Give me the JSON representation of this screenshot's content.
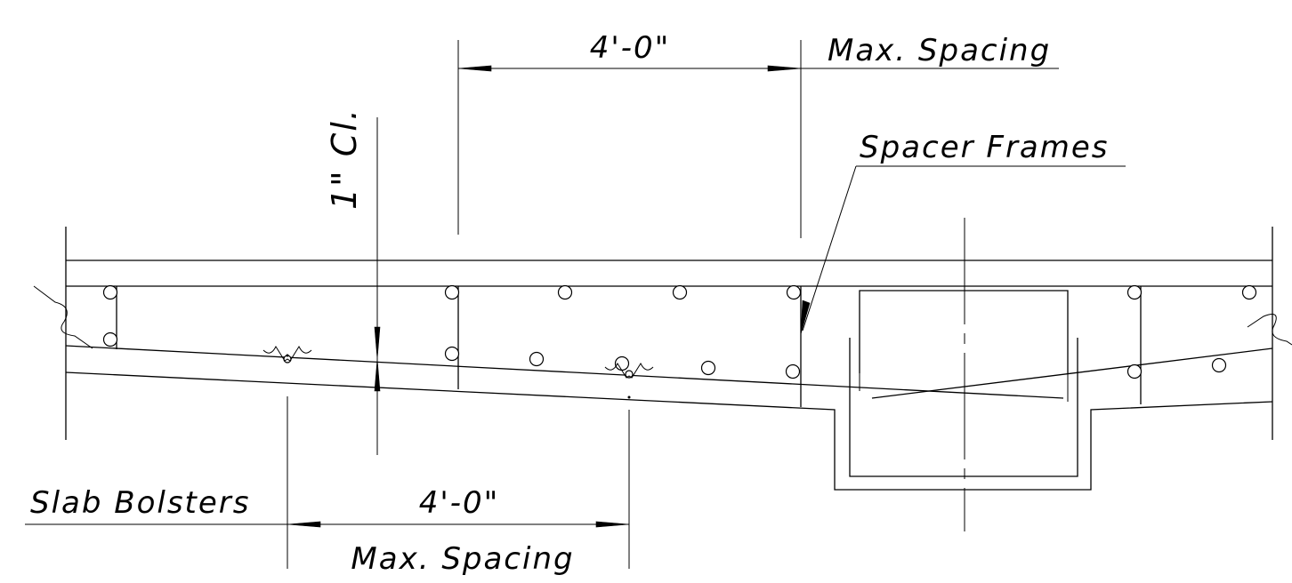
{
  "labels": {
    "top_dimension": "4'-0\"",
    "top_spacing_note": "Max. Spacing",
    "clearance": "1\" Cl.",
    "spacer_frames": "Spacer Frames",
    "slab_bolsters": "Slab Bolsters",
    "bottom_dimension": "4'-0\"",
    "bottom_spacing_note": "Max. Spacing"
  }
}
